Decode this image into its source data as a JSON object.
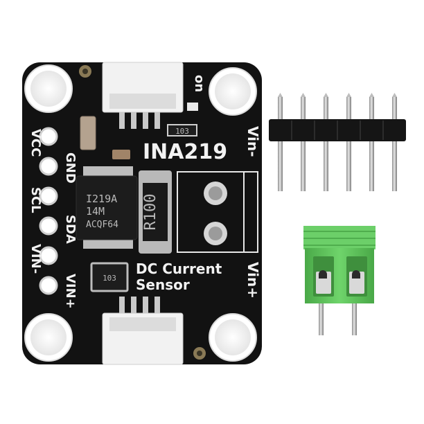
{
  "board": {
    "title": "INA219",
    "subtitle_line1": "DC Current",
    "subtitle_line2": "Sensor",
    "pin_labels": [
      "VCC",
      "GND",
      "SCL",
      "SDA",
      "VIN-",
      "VIN+"
    ],
    "vin_minus_label": "Vin-",
    "vin_plus_label": "Vin+",
    "led_label": "on",
    "resistor_top_code": "103",
    "resistor_bottom_code": "103",
    "shunt_marking": "R100",
    "ic_marking": [
      "I219A",
      "14M",
      "ACQF64"
    ],
    "pcb_color": "#121212",
    "silkscreen_color": "#f2f2f2"
  },
  "accessories": {
    "header_pin_count": 6,
    "terminal_block_color": "#5cc45a"
  }
}
